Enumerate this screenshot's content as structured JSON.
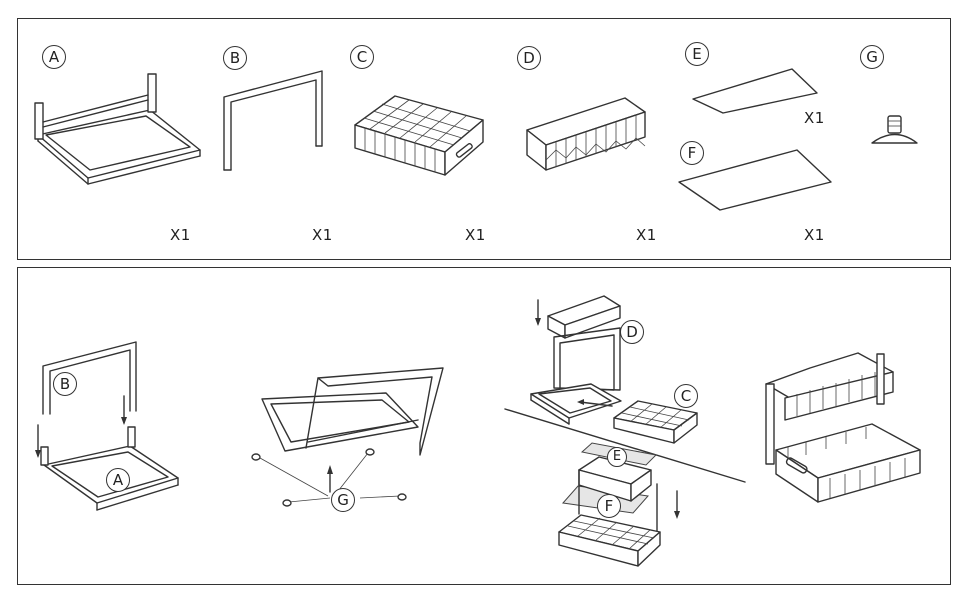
{
  "parts": [
    {
      "id": "A",
      "label": "A",
      "qty": "X1"
    },
    {
      "id": "B",
      "label": "B",
      "qty": "X1"
    },
    {
      "id": "C",
      "label": "C",
      "qty": "X1"
    },
    {
      "id": "D",
      "label": "D",
      "qty": "X1"
    },
    {
      "id": "E",
      "label": "E",
      "qty": "X1"
    },
    {
      "id": "F",
      "label": "F",
      "qty": "X1"
    },
    {
      "id": "G",
      "label": "G"
    }
  ],
  "steps": {
    "step1": {
      "labels": [
        "B",
        "A"
      ]
    },
    "step2": {
      "labels": [
        "G"
      ]
    },
    "step3": {
      "labels": [
        "D",
        "C",
        "E",
        "F"
      ]
    }
  }
}
